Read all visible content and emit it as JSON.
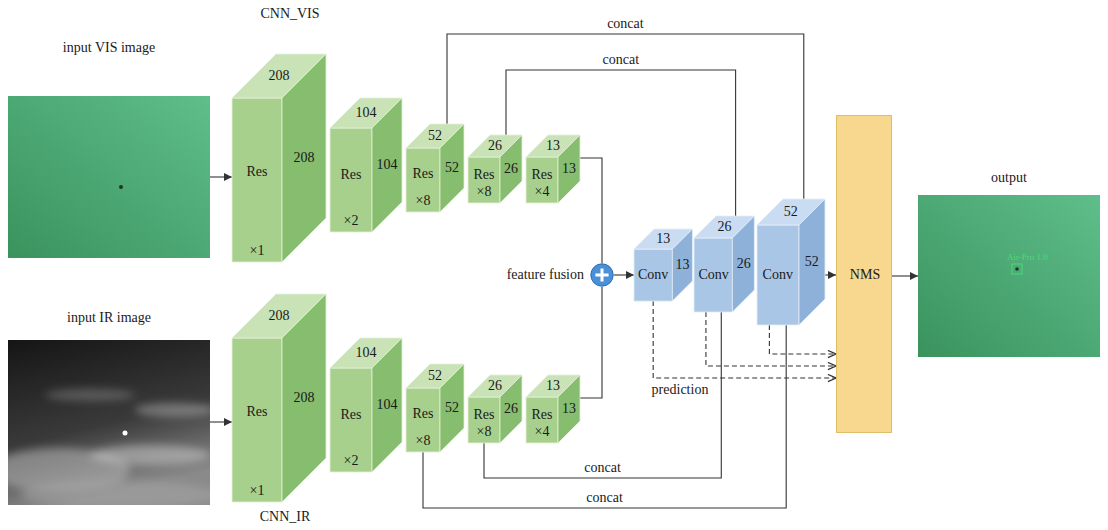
{
  "diagram": {
    "nodes": [
      {
        "text": [
          "input VIS image"
        ]
      },
      {
        "text": [
          "208",
          "Res",
          "208",
          "×1"
        ]
      },
      {
        "text": [
          "104",
          "Res",
          "104",
          "×2"
        ]
      },
      {
        "text": [
          "52",
          "Res",
          "52",
          "×8"
        ]
      },
      {
        "text": [
          "26",
          "Res",
          "26",
          "×8"
        ]
      },
      {
        "text": [
          "13",
          "Res",
          "13",
          "×4"
        ]
      },
      {
        "text": [
          "input IR image"
        ]
      },
      {
        "text": [
          "208",
          "Res",
          "208",
          "×1"
        ]
      },
      {
        "text": [
          "104",
          "Res",
          "104",
          "×2"
        ]
      },
      {
        "text": [
          "52",
          "Res",
          "52",
          "×8"
        ]
      },
      {
        "text": [
          "26",
          "Res",
          "26",
          "×8"
        ]
      },
      {
        "text": [
          "13",
          "Res",
          "13",
          "×4"
        ]
      },
      {
        "text": [
          "feature fusion"
        ]
      },
      {
        "text": [
          "13",
          "Conv",
          "13"
        ]
      },
      {
        "text": [
          "26",
          "Conv",
          "26"
        ]
      },
      {
        "text": [
          "52",
          "Conv",
          "52"
        ]
      },
      {
        "text": [
          "NMS"
        ]
      },
      {
        "text": [
          "output"
        ]
      }
    ],
    "edges": [
      {
        "from": 0,
        "to": 1,
        "arrow": "to"
      },
      {
        "from": 5,
        "to": 12,
        "arrow": "none"
      },
      {
        "from": 3,
        "to": 15,
        "arrow": "none",
        "label": "concat"
      },
      {
        "from": 4,
        "to": 14,
        "arrow": "none",
        "label": "concat"
      },
      {
        "from": 6,
        "to": 7,
        "arrow": "to"
      },
      {
        "from": 11,
        "to": 12,
        "arrow": "none"
      },
      {
        "from": 10,
        "to": 14,
        "arrow": "none",
        "label": "concat"
      },
      {
        "from": 9,
        "to": 15,
        "arrow": "none",
        "label": "concat"
      },
      {
        "from": 12,
        "to": 13,
        "arrow": "to"
      },
      {
        "from": 13,
        "to": 16,
        "arrow": "to"
      },
      {
        "from": 14,
        "to": 16,
        "arrow": "to"
      },
      {
        "from": 15,
        "to": 16,
        "arrow": "to"
      },
      {
        "from": 15,
        "to": 16,
        "arrow": "to"
      },
      {
        "from": 16,
        "to": 17,
        "arrow": "to"
      }
    ],
    "labels": [
      "CNN_VIS",
      "CNN_IR",
      "prediction",
      "Air-Pro 1.0"
    ]
  }
}
